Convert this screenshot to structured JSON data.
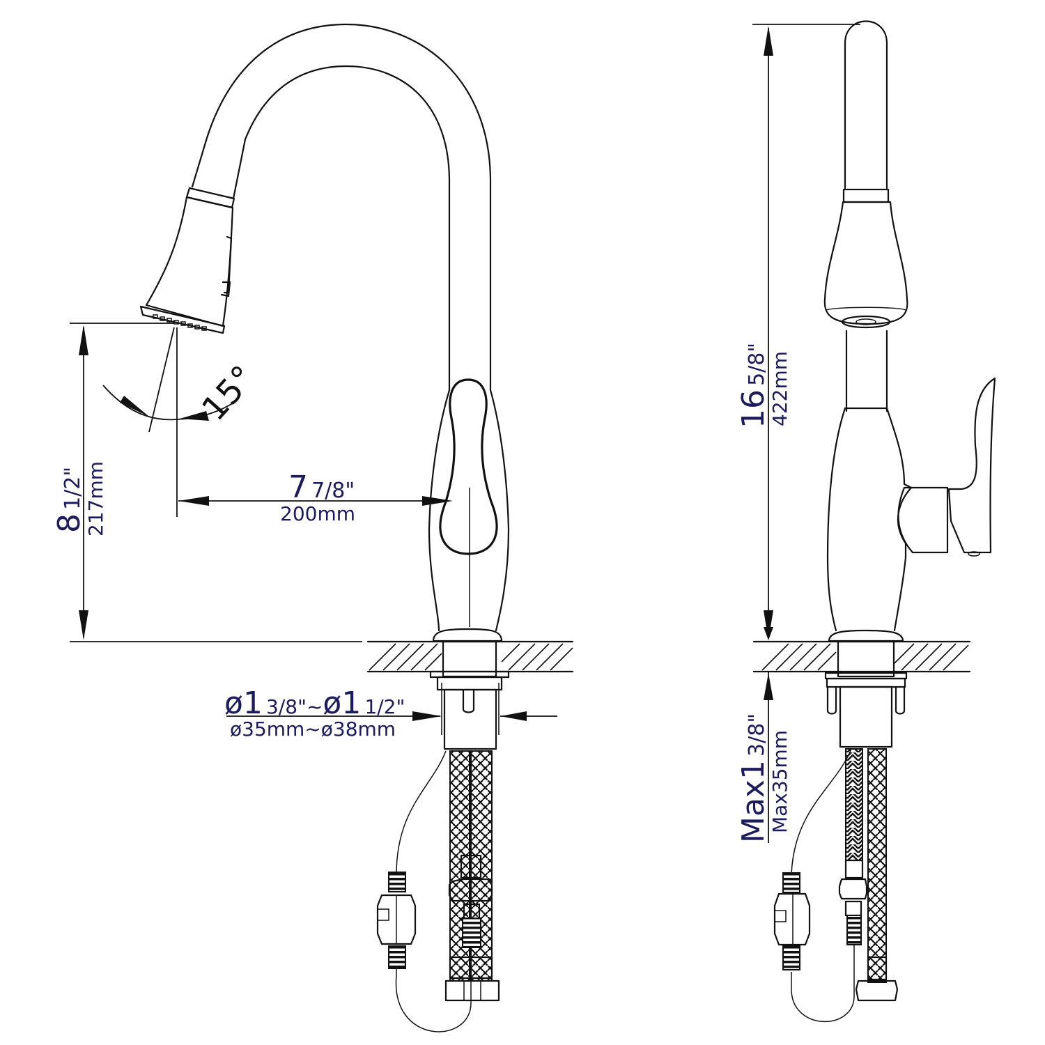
{
  "drawing": {
    "title": "Pull-down kitchen faucet dimension drawing",
    "views": [
      "front-view",
      "side-view"
    ],
    "line_color": "#111111",
    "text_color": "#1b1b5e",
    "background": "#ffffff"
  },
  "dimensions": {
    "spout_height": {
      "whole": "8",
      "fraction": "1/2\"",
      "metric": "217mm"
    },
    "spout_reach": {
      "whole": "7",
      "fraction": "7/8\"",
      "metric": "200mm"
    },
    "hole_diameter": {
      "imperial_a": "ø1",
      "imperial_a_frac": "3/8\"~",
      "imperial_b": "ø1",
      "imperial_b_frac": "1/2\"",
      "metric": "ø35mm~ø38mm"
    },
    "total_height": {
      "whole": "16",
      "fraction": "5/8\"",
      "metric": "422mm"
    },
    "max_deck_thickness": {
      "whole": "Max1",
      "fraction": "3/8\"",
      "metric": "Max35mm"
    },
    "spray_angle": {
      "value": "15°"
    }
  }
}
